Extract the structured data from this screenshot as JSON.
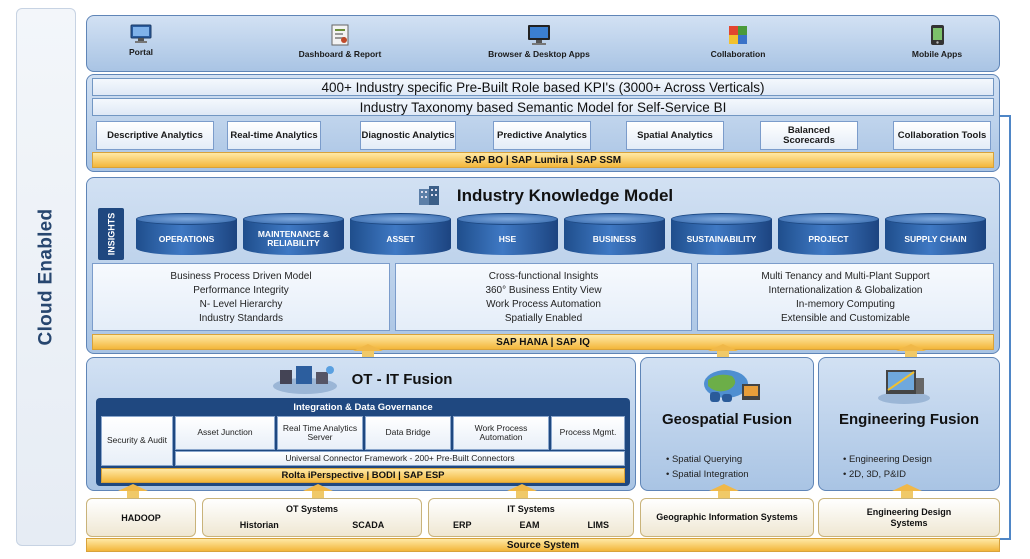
{
  "side_label": "Cloud Enabled",
  "channels": [
    {
      "label": "Portal",
      "icon": "monitor-icon"
    },
    {
      "label": "Dashboard & Report",
      "icon": "report-icon"
    },
    {
      "label": "Browser & Desktop Apps",
      "icon": "desktop-icon"
    },
    {
      "label": "Collaboration",
      "icon": "cube-icon"
    },
    {
      "label": "Mobile Apps",
      "icon": "mobile-icon"
    }
  ],
  "kpi_bar": "400+ Industry specific Pre-Built Role based KPI's (3000+ Across Verticals)",
  "taxonomy_bar": "Industry Taxonomy based Semantic Model for Self-Service BI",
  "analytics": [
    "Descriptive Analytics",
    "Real-time Analytics",
    "Diagnostic Analytics",
    "Predictive Analytics",
    "Spatial Analytics",
    "Balanced Scorecards",
    "Collaboration Tools"
  ],
  "bi_tools_bar": "SAP BO | SAP Lumira | SAP SSM",
  "ikm": {
    "title": "Industry Knowledge Model",
    "insights_label": "INSIGHTS",
    "databases": [
      "OPERATIONS",
      "MAINTENANCE & RELIABILITY",
      "ASSET",
      "HSE",
      "BUSINESS",
      "SUSTAINABILITY",
      "PROJECT",
      "SUPPLY CHAIN"
    ],
    "features": [
      [
        "Business Process Driven Model",
        "Performance Integrity",
        "N- Level Hierarchy",
        "Industry Standards"
      ],
      [
        "Cross-functional Insights",
        "360° Business Entity View",
        "Work Process Automation",
        "Spatially Enabled"
      ],
      [
        "Multi Tenancy and Multi-Plant Support",
        "Internationalization & Globalization",
        "In-memory Computing",
        "Extensible and Customizable"
      ]
    ],
    "db_bar": "SAP HANA | SAP IQ"
  },
  "ot_it": {
    "title": "OT - IT Fusion",
    "governance_title": "Integration & Data Governance",
    "cells": [
      "Security & Audit",
      "Asset Junction",
      "Real Time Analytics Server",
      "Data Bridge",
      "Work Process Automation",
      "Process Mgmt."
    ],
    "connector": "Universal Connector Framework - 200+ Pre-Built Connectors",
    "tools_bar": "Rolta iPerspective | BODI | SAP ESP"
  },
  "geospatial": {
    "title": "Geospatial Fusion",
    "bullets": [
      "• Spatial Querying",
      "• Spatial Integration"
    ]
  },
  "engineering": {
    "title": "Engineering Fusion",
    "bullets": [
      "• Engineering Design",
      "• 2D, 3D, P&ID"
    ]
  },
  "sources": {
    "hadoop": "HADOOP",
    "ot_systems": {
      "title": "OT Systems",
      "items": [
        "Historian",
        "SCADA"
      ]
    },
    "it_systems": {
      "title": "IT Systems",
      "items": [
        "ERP",
        "EAM",
        "LIMS"
      ]
    },
    "gis": "Geographic Information Systems",
    "eds": "Engineering Design Systems",
    "bar": "Source System"
  }
}
